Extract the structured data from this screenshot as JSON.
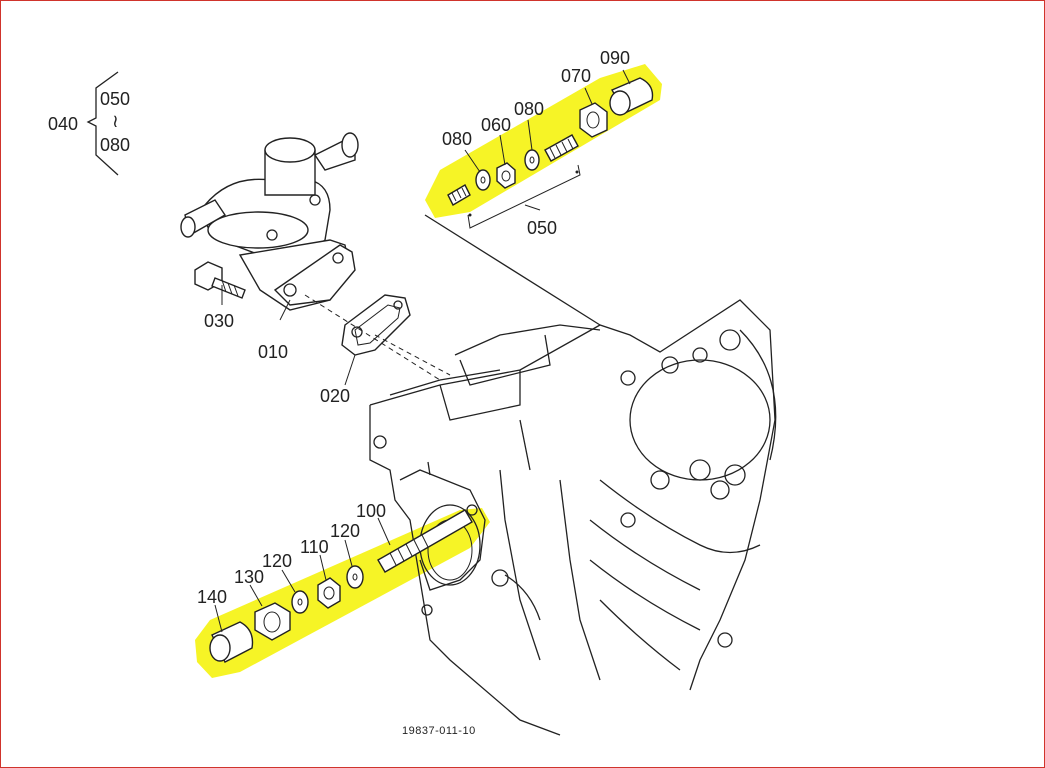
{
  "diagram": {
    "labels": {
      "p010": "010",
      "p020": "020",
      "p030": "030",
      "p040": "040",
      "p050_bracket": "050",
      "p080_bracket": "080",
      "p050": "050",
      "p060": "060",
      "p070": "070",
      "p080_a": "080",
      "p080_b": "080",
      "p090": "090",
      "p100": "100",
      "p110": "110",
      "p120_a": "120",
      "p120_b": "120",
      "p130": "130",
      "p140": "140"
    },
    "reference": "19837-011-10",
    "colors": {
      "highlight": "#f5f200",
      "frame": "#d0342c",
      "ink": "#222222"
    }
  }
}
